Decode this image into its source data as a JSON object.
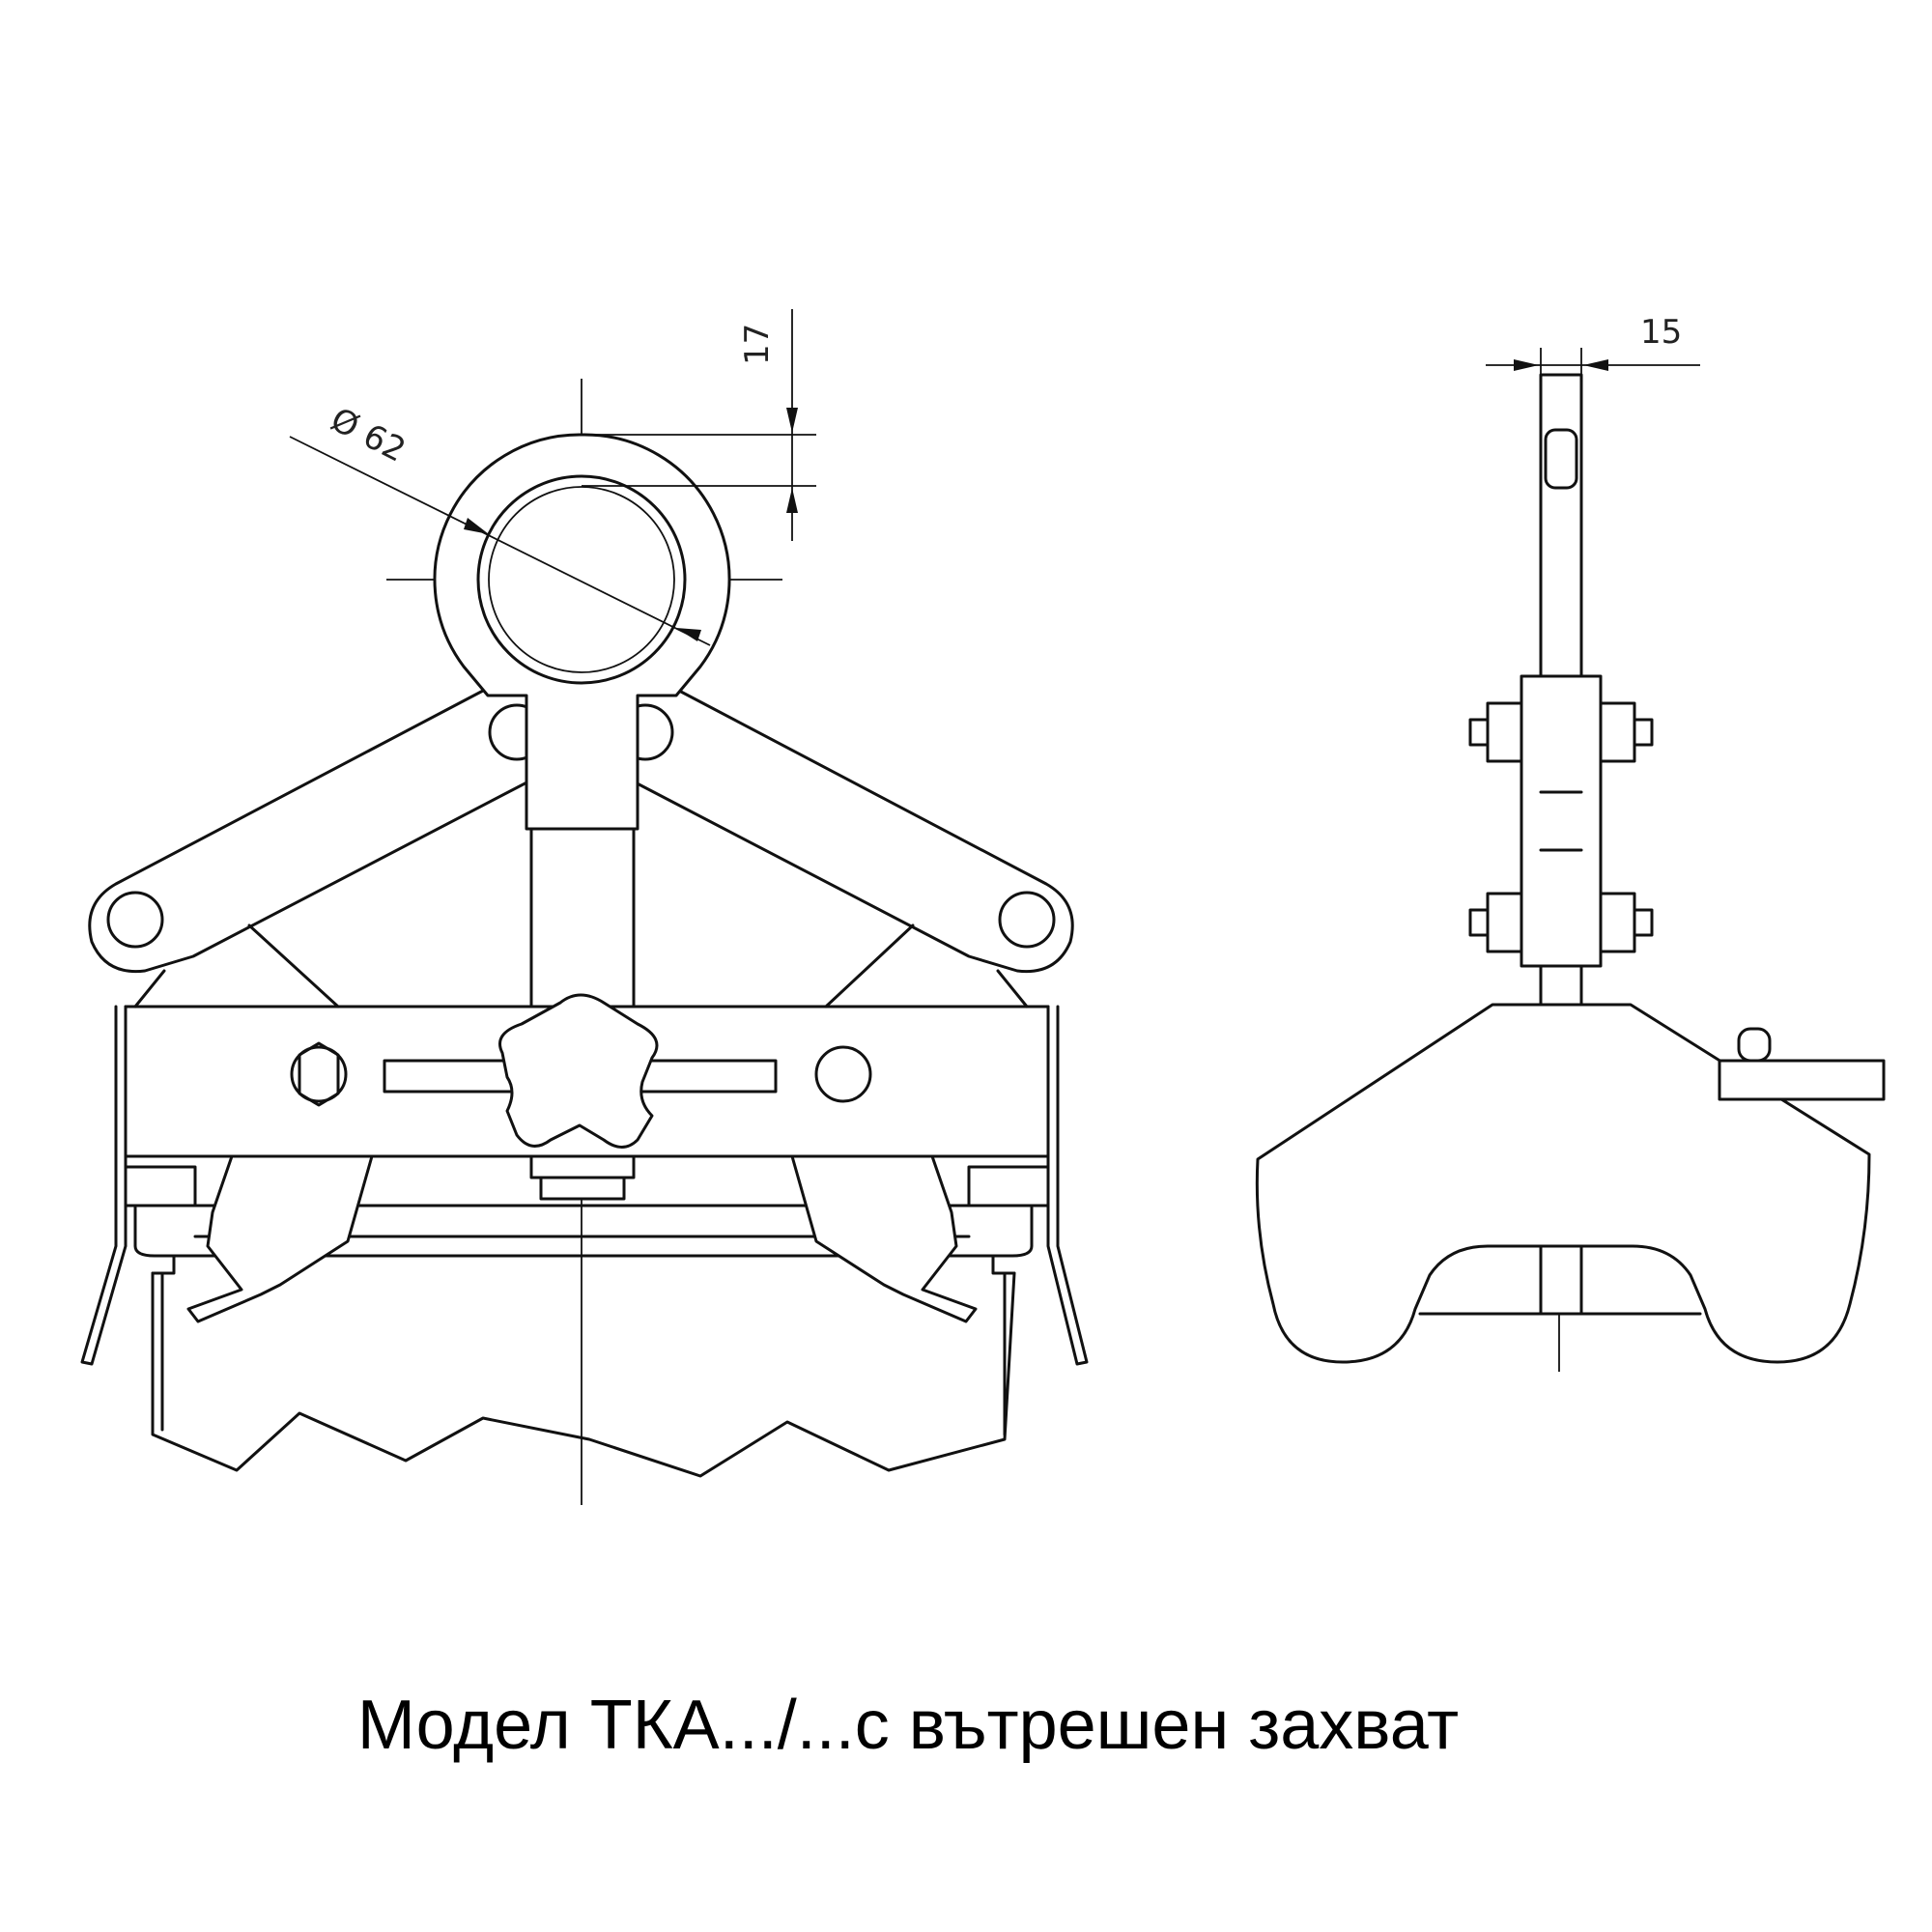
{
  "caption": "Модел ТКА.../...с вътрешен захват",
  "dimensions": {
    "ring_diameter": "Ø 62",
    "ring_thickness": "17",
    "plate_thickness": "15"
  },
  "views": [
    "front-view",
    "side-view"
  ],
  "colors": {
    "line": "#111111",
    "background": "#ffffff"
  }
}
